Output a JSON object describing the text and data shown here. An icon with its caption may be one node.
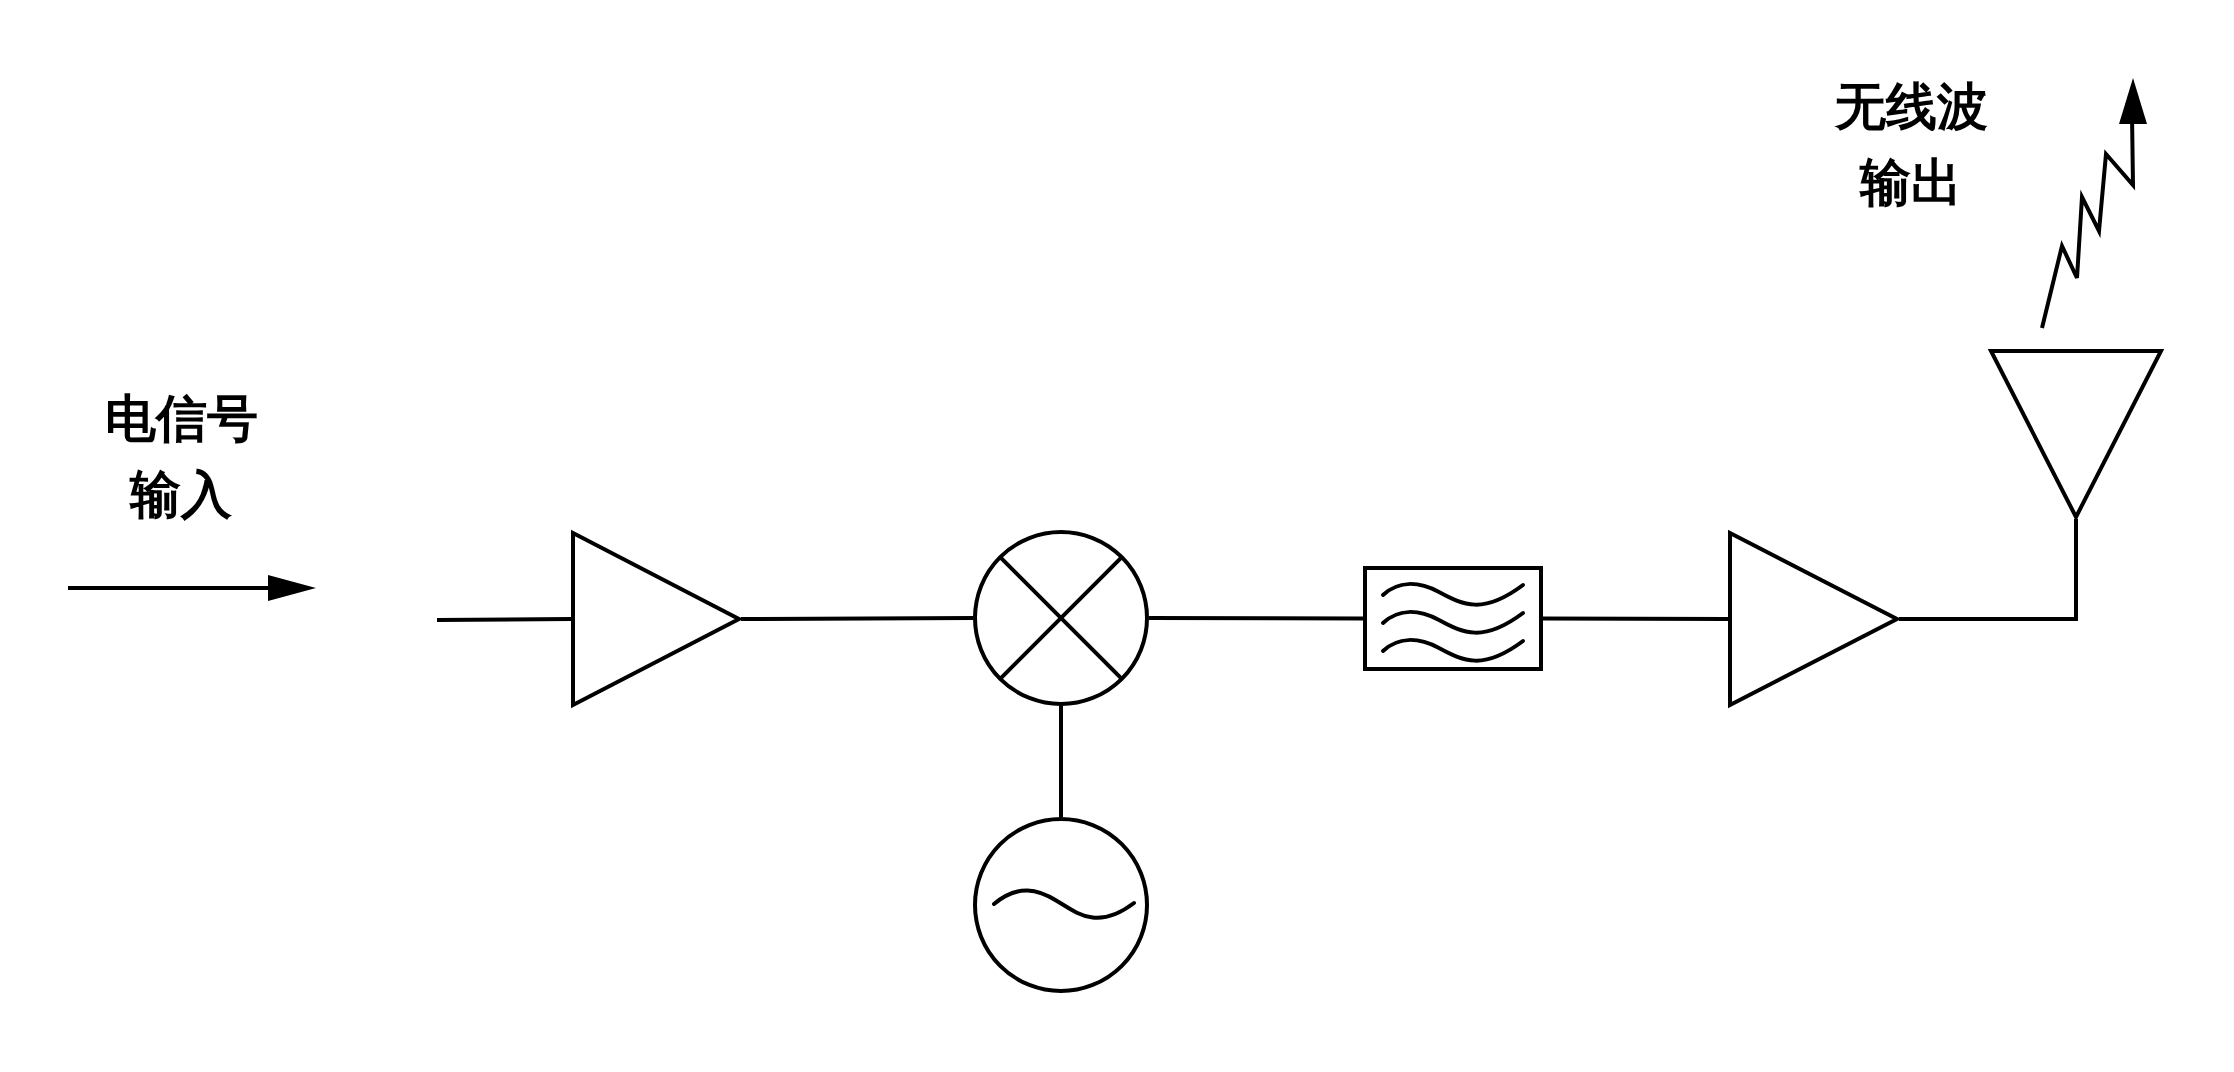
{
  "diagram": {
    "nodes": [
      {
        "text": [],
        "shape": "triangle"
      },
      {
        "text": [],
        "shape": "circle"
      },
      {
        "text": [],
        "shape": "circle"
      },
      {
        "text": [],
        "shape": "box"
      },
      {
        "text": [],
        "shape": "triangle"
      },
      {
        "text": [],
        "shape": "triangle"
      }
    ],
    "edges": [
      {
        "from": null,
        "to": 0,
        "arrow": "none"
      },
      {
        "from": 0,
        "to": 1,
        "arrow": "none"
      },
      {
        "from": 1,
        "to": 2,
        "arrow": "none"
      },
      {
        "from": 1,
        "to": 3,
        "arrow": "none"
      },
      {
        "from": 3,
        "to": 4,
        "arrow": "none"
      },
      {
        "from": 4,
        "to": 5,
        "arrow": "none"
      }
    ],
    "labels": [
      "电信号输入",
      "无线波输出"
    ]
  }
}
